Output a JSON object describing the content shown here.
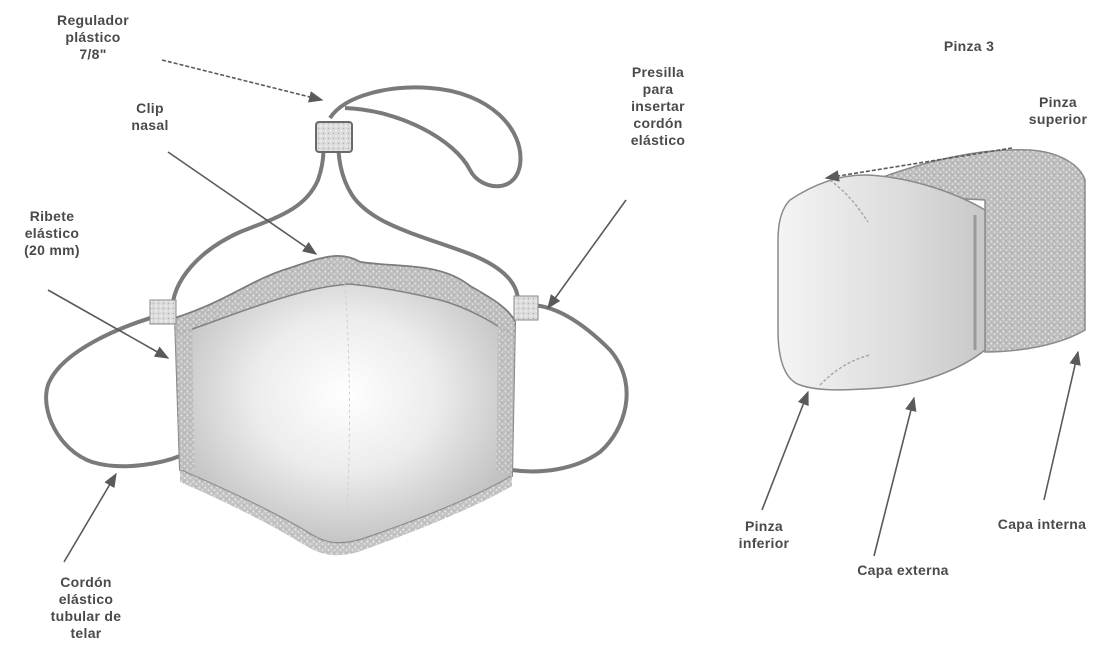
{
  "left_figure": {
    "regulador": [
      "Regulador",
      "plástico",
      "7/8\""
    ],
    "clip": [
      "Clip",
      "nasal"
    ],
    "presilla": [
      "Presilla",
      "para",
      "insertar",
      "cordón",
      "elástico"
    ],
    "ribete": [
      "Ribete",
      "elástico",
      "(20 mm)"
    ],
    "cordon": [
      "Cordón",
      "elástico",
      "tubular de",
      "telar"
    ]
  },
  "right_figure": {
    "title": "Pinza 3",
    "pinza_superior": [
      "Pinza",
      "superior"
    ],
    "pinza_inferior": [
      "Pinza",
      "inferior"
    ],
    "capa_externa": "Capa externa",
    "capa_interna": "Capa interna"
  },
  "colors": {
    "ink": "#4a4a4a",
    "mask_fill": "#d9d9d9",
    "mask_edge": "#8a8a8a",
    "cord": "#7a7a7a"
  }
}
